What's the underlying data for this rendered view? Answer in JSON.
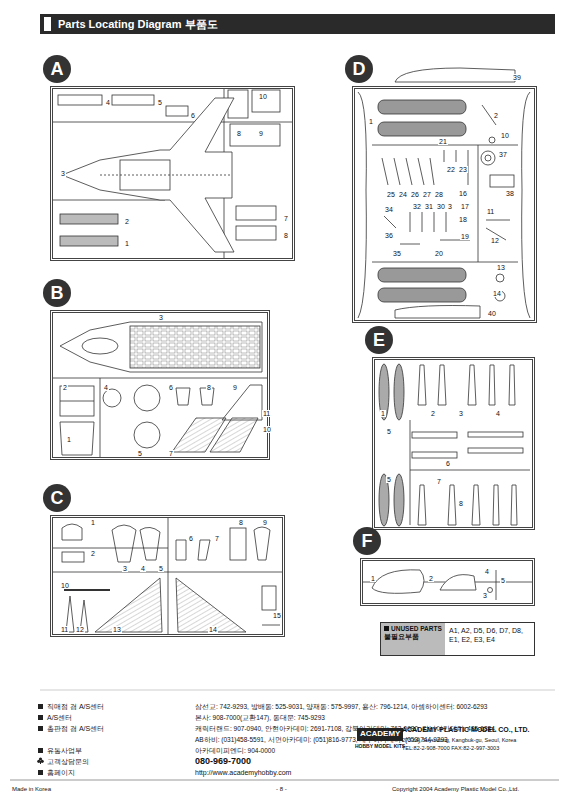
{
  "diagram": {
    "title": "Parts Locating Diagram 부품도",
    "nodes": [
      {
        "text": [
          "A"
        ]
      },
      {
        "text": [
          "B"
        ]
      },
      {
        "text": [
          "C"
        ]
      },
      {
        "text": [
          "D"
        ]
      },
      {
        "text": [
          "E"
        ]
      },
      {
        "text": [
          "F"
        ]
      },
      {
        "text": [
          "UNUSED PARTS",
          "불필요부품",
          "A1, A2, D5, D6, D7, D8, E1, E2, E3, E4"
        ]
      }
    ],
    "labels": [
      "4",
      "5",
      "6",
      "10",
      "8",
      "9",
      "3",
      "2",
      "1",
      "7",
      "8",
      "3",
      "2",
      "4",
      "6",
      "8",
      "9",
      "11",
      "10",
      "1",
      "5",
      "7",
      "1",
      "2",
      "3",
      "4",
      "5",
      "6",
      "7",
      "8",
      "9",
      "10",
      "11",
      "12",
      "13",
      "14",
      "15",
      "39",
      "1",
      "2",
      "10",
      "37",
      "21",
      "22",
      "23",
      "25",
      "24",
      "26",
      "27",
      "28",
      "16",
      "38",
      "34",
      "32",
      "31",
      "30",
      "3",
      "17",
      "18",
      "19",
      "36",
      "35",
      "20",
      "11",
      "12",
      "13",
      "14",
      "40",
      "1",
      "2",
      "3",
      "4",
      "5",
      "5",
      "6",
      "7",
      "8",
      "1",
      "2",
      "3",
      "4",
      "5",
      "직매점 겸 A/S센터",
      "A/S센터",
      "총판점 겸 A/S센터",
      "유통사업부",
      "고객상담문의",
      "홈페이지",
      "삼선교: 742-9293, 방배동: 525-9031, 양재동: 575-9997, 용산: 796-1214, 아셈하이센터: 6002-6293",
      "본사: 908-7000(교환147), 동대문: 745-9293",
      "캐릭터랜드: 907-0940, 안현아카데미: 2691-7108, 강북아카데미: 762-0980, 강남아카데미: 485-6884,",
      "AB하비: (031)458-5591, 서면아카데미: (051)816-9773, 대구아카데미: (053)744-9293",
      "아카데미피엔디: 904-0000",
      "080-969-7000",
      "http://www.academyhobby.com",
      "ACADEMY",
      "HOBBY MODEL KITS",
      "ACADEMY PLASTIC MODEL CO., LTD.",
      "273-64, Suyu-dong, Kangbuk-gu, Seoul, Korea",
      "TEL:82-2-908-7000  FAX:82-2-997-3003",
      "Made in Korea",
      "- 8 -",
      "Copyright 2004 Academy Plastic Model Co.,Ltd."
    ]
  }
}
